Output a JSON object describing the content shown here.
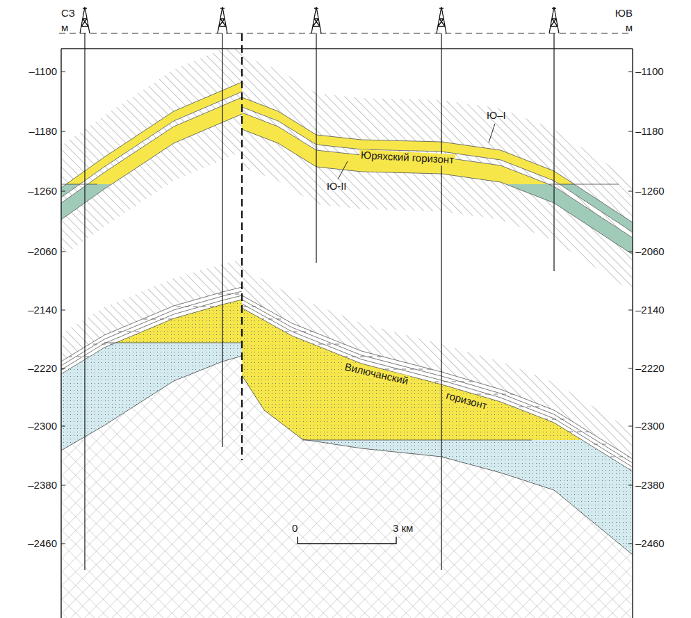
{
  "diagram": {
    "labels": [
      "СЗ",
      "м",
      "ЮВ",
      "м",
      "–1100",
      "–1180",
      "–1260",
      "–2060",
      "–2140",
      "–2220",
      "–2300",
      "–2380",
      "–2460",
      "–1100",
      "–1180",
      "–1260",
      "–2060",
      "–2140",
      "–2220",
      "–2300",
      "–2380",
      "–2460",
      "Ю–I",
      "Юряхский горизонт",
      "Ю-II",
      "Вилючанский",
      "горизонт",
      "0",
      "3 км"
    ]
  }
}
